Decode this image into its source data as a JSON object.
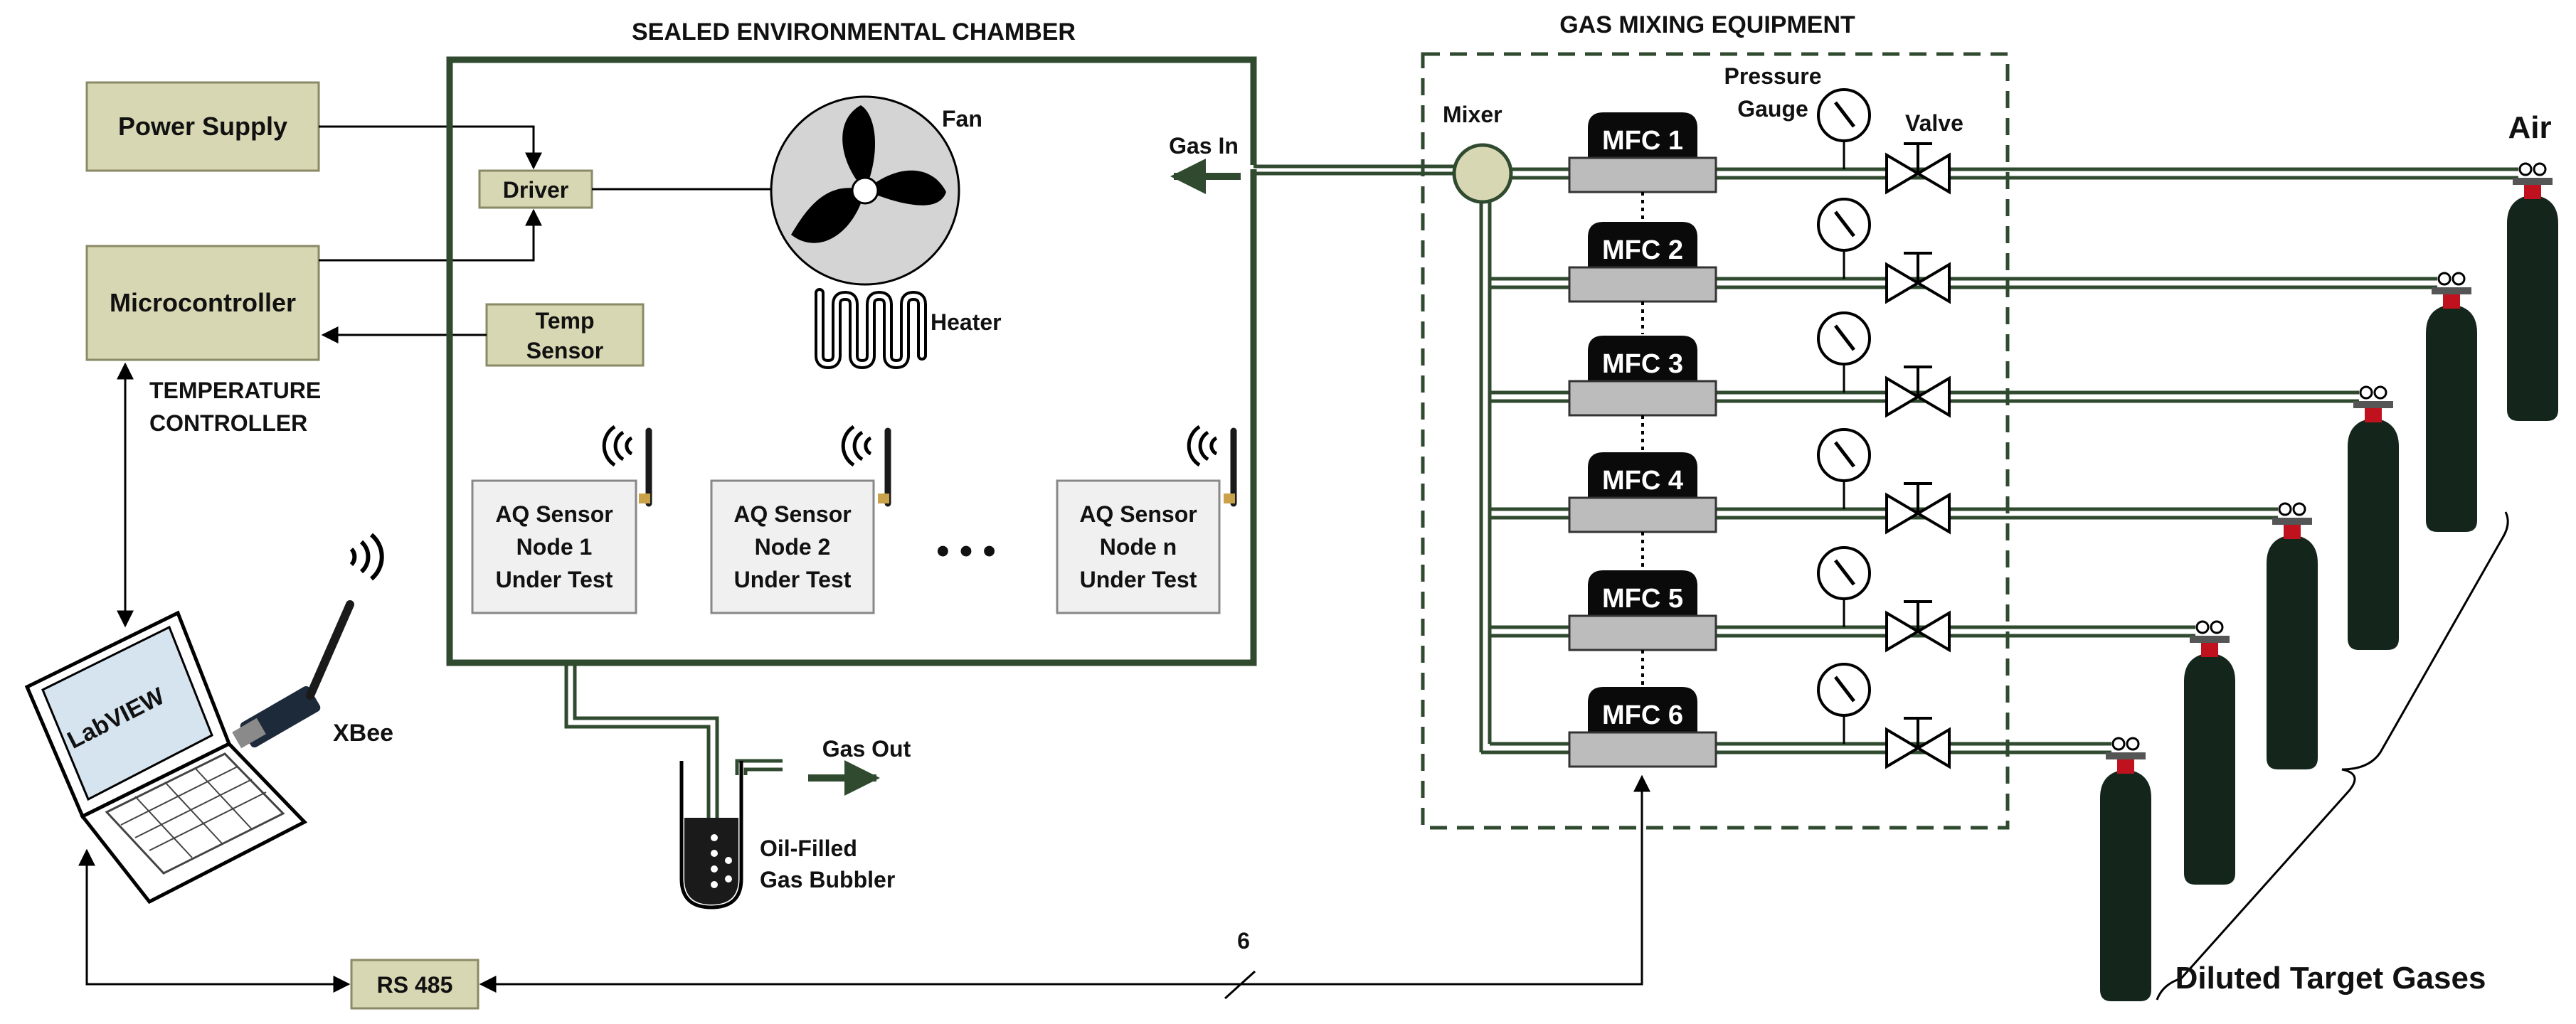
{
  "labels": {
    "chamber_title": "SEALED ENVIRONMENTAL CHAMBER",
    "gas_mixing_title": "GAS MIXING EQUIPMENT",
    "power_supply": "Power Supply",
    "microcontroller": "Microcontroller",
    "driver": "Driver",
    "temp_sensor_line1": "Temp",
    "temp_sensor_line2": "Sensor",
    "temperature_controller_line1": "TEMPERATURE",
    "temperature_controller_line2": "CONTROLLER",
    "fan": "Fan",
    "heater": "Heater",
    "gas_in": "Gas In",
    "gas_out": "Gas Out",
    "bubbler_line1": "Oil-Filled",
    "bubbler_line2": "Gas Bubbler",
    "mixer": "Mixer",
    "pressure_gauge_line1": "Pressure",
    "pressure_gauge_line2": "Gauge",
    "valve": "Valve",
    "air": "Air",
    "diluted_target_gases": "Diluted Target Gases",
    "labview": "LabVIEW",
    "xbee": "XBee",
    "rs485": "RS 485",
    "bus_width": "6",
    "ellipsis": "• • •"
  },
  "sensor_nodes": [
    {
      "line1": "AQ Sensor",
      "line2": "Node 1",
      "line3": "Under Test"
    },
    {
      "line1": "AQ Sensor",
      "line2": "Node 2",
      "line3": "Under Test"
    },
    {
      "line1": "AQ Sensor",
      "line2": "Node n",
      "line3": "Under Test"
    }
  ],
  "mfcs": [
    "MFC 1",
    "MFC 2",
    "MFC 3",
    "MFC 4",
    "MFC 5",
    "MFC 6"
  ],
  "colors": {
    "box_fill": "#d8d7b3",
    "box_stroke": "#8a8a66",
    "chamber_stroke": "#2f4a2f",
    "pipe": "#2f4a2f",
    "cylinder": "#14261c",
    "cylinder_cap": "#c0121e",
    "mfc_top": "#0a0a0a",
    "mfc_body": "#bcbcbc",
    "node_fill": "#f0f0f0"
  }
}
